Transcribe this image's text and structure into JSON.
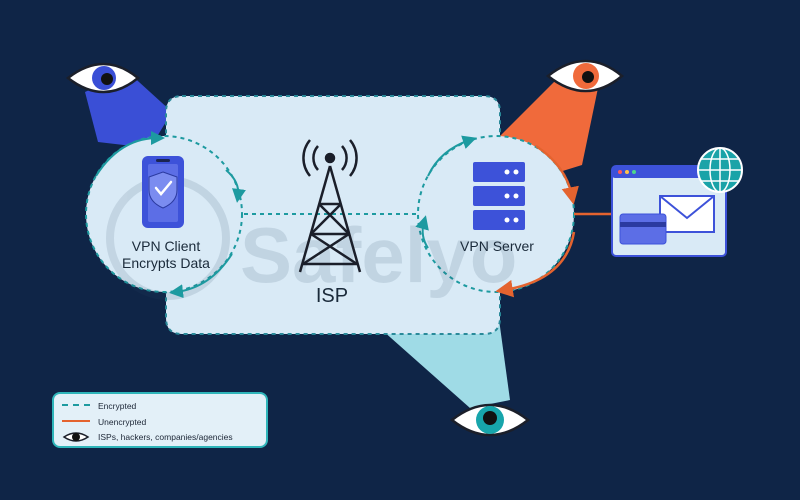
{
  "nodes": {
    "client_label_line1": "VPN Client",
    "client_label_line2": "Encrypts Data",
    "isp_label": "ISP",
    "server_label": "VPN Server"
  },
  "watermark": "Safelyo",
  "legend": {
    "encrypted": "Encrypted",
    "unencrypted": "Unencrypted",
    "observers": "ISPs, hackers, companies/agencies"
  },
  "colors": {
    "background": "#0f2547",
    "tunnel": "#d9eaf6",
    "encrypted_line": "#1d9aa0",
    "unencrypted_line": "#e4632f",
    "observer_blue": "#3a4fd6",
    "observer_orange": "#f06a3b",
    "observer_teal": "#9fdbe6"
  },
  "icons": [
    "eye-icon",
    "phone-shield-icon",
    "cell-tower-icon",
    "server-rack-icon",
    "browser-window-icon",
    "globe-icon",
    "mail-icon",
    "credit-card-icon"
  ]
}
